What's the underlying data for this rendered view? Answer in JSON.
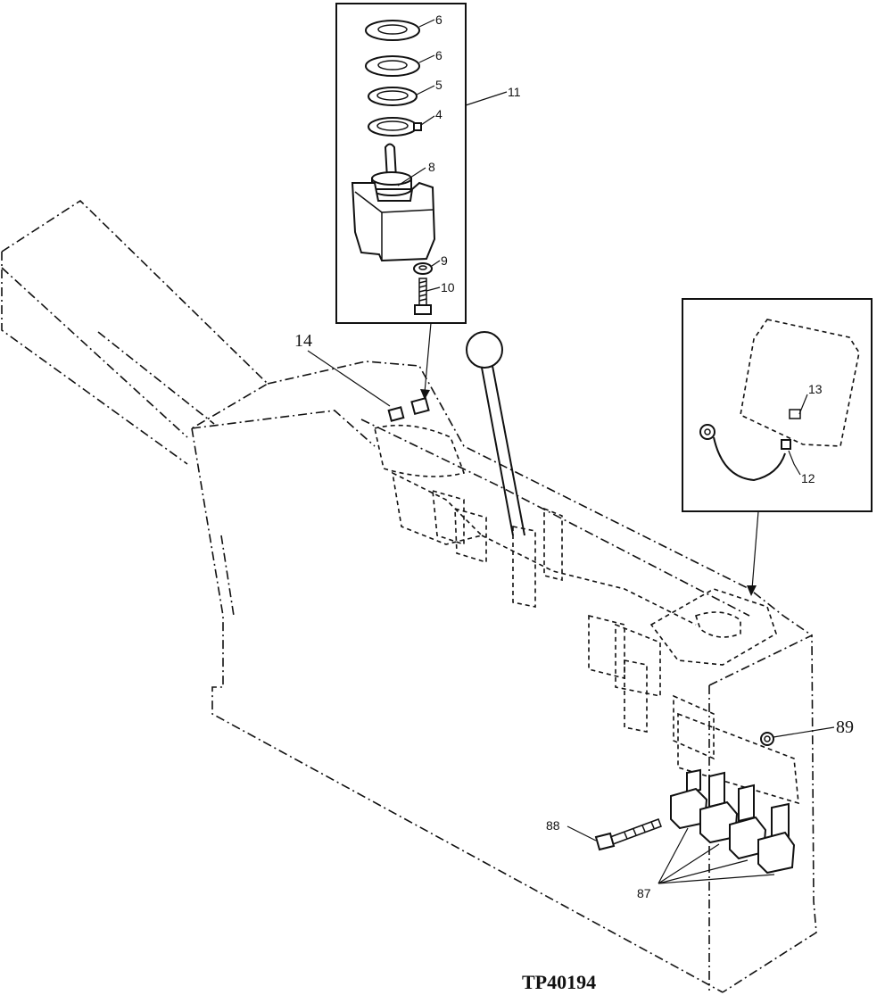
{
  "figure_id": "TP40194",
  "callouts": {
    "c6a": "6",
    "c6b": "6",
    "c5": "5",
    "c4": "4",
    "c8": "8",
    "c9": "9",
    "c10": "10",
    "c11": "11",
    "c14": "14",
    "c13": "13",
    "c12": "12",
    "c89": "89",
    "c88": "88",
    "c87": "87"
  }
}
